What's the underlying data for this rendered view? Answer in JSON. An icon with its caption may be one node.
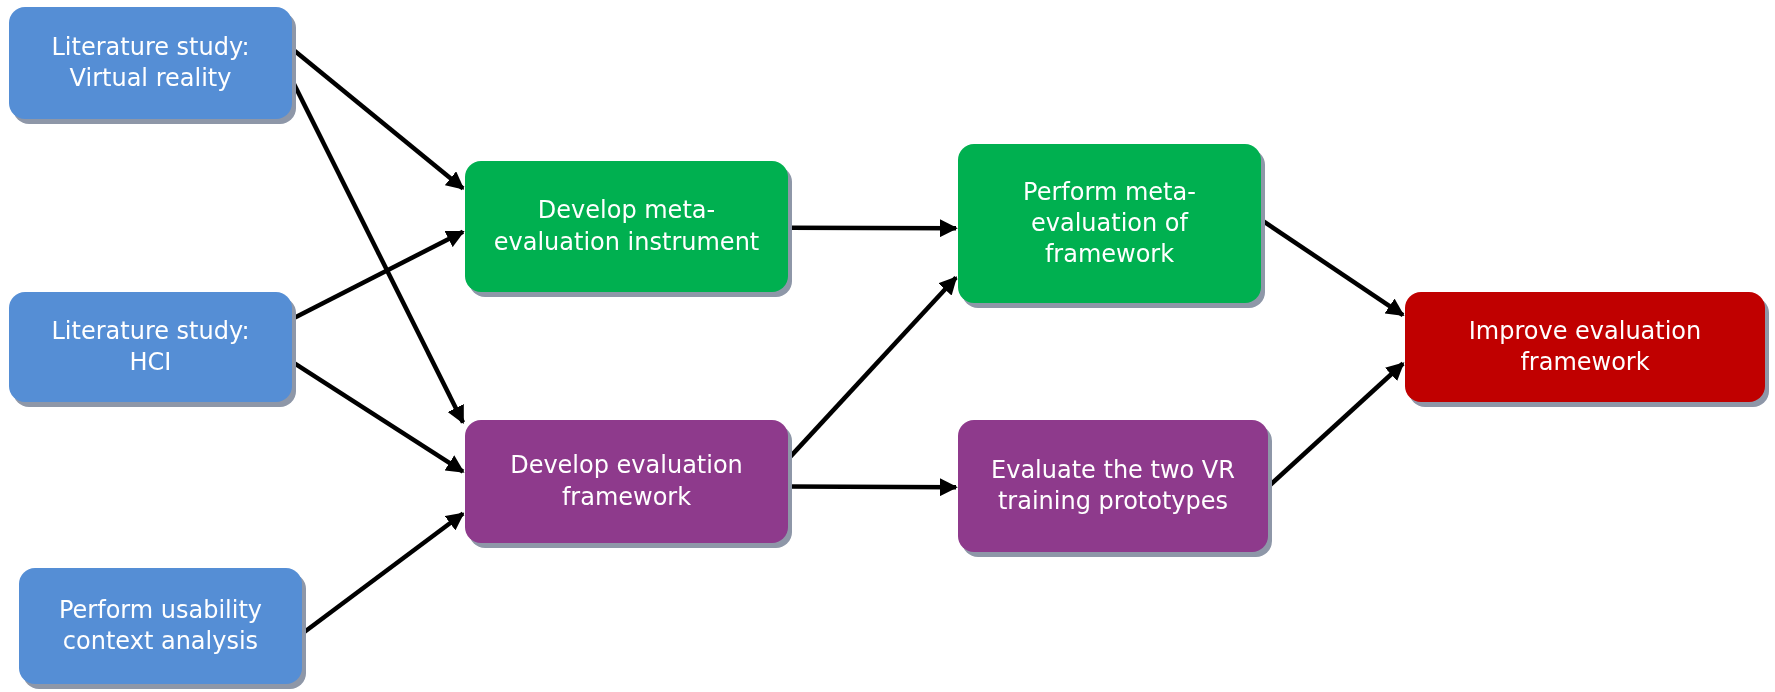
{
  "diagram": {
    "nodes": [
      {
        "text": [
          "Literature study: Virtual reality"
        ]
      },
      {
        "text": [
          "Literature study: HCI"
        ]
      },
      {
        "text": [
          "Perform usability context analysis"
        ]
      },
      {
        "text": [
          "Develop meta-evaluation instrument"
        ]
      },
      {
        "text": [
          "Develop evaluation framework"
        ]
      },
      {
        "text": [
          "Perform meta-evaluation of framework"
        ]
      },
      {
        "text": [
          "Evaluate the two VR training prototypes"
        ]
      },
      {
        "text": [
          "Improve evaluation framework"
        ]
      }
    ],
    "edges": [
      {
        "from": 0,
        "to": 3,
        "arrow": "to"
      },
      {
        "from": 0,
        "to": 4,
        "arrow": "to"
      },
      {
        "from": 1,
        "to": 3,
        "arrow": "to"
      },
      {
        "from": 1,
        "to": 4,
        "arrow": "to"
      },
      {
        "from": 2,
        "to": 4,
        "arrow": "to"
      },
      {
        "from": 3,
        "to": 5,
        "arrow": "to"
      },
      {
        "from": 4,
        "to": 5,
        "arrow": "to"
      },
      {
        "from": 4,
        "to": 6,
        "arrow": "to"
      },
      {
        "from": 5,
        "to": 7,
        "arrow": "to"
      },
      {
        "from": 6,
        "to": 7,
        "arrow": "to"
      }
    ]
  }
}
